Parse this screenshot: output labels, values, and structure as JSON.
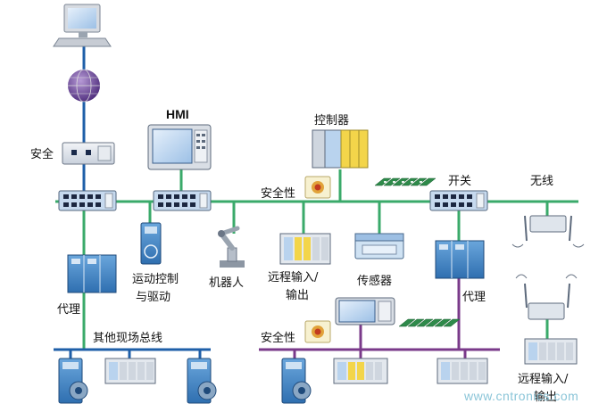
{
  "labels": {
    "security_top": "安全",
    "hmi": "HMI",
    "controller": "控制器",
    "safety_1": "安全性",
    "switch": "开关",
    "wireless": "无线",
    "motion_control": "运动控制",
    "and_drive": "与驱动",
    "robot": "机器人",
    "remote_io_1": "远程输入/",
    "remote_io_1b": "输出",
    "sensor": "传感器",
    "proxy_right": "代理",
    "proxy_left": "代理",
    "other_fieldbus": "其他现场总线",
    "safety_2": "安全性",
    "remote_io_2": "远程输入/",
    "remote_io_2b": "输出"
  },
  "watermark": "www.cntronics.com",
  "colors": {
    "main_bus": "#3aaa6a",
    "left_bus": "#1f5fa8",
    "right_bus": "#7a3a8a",
    "uplink": "#1f5fa8",
    "device_blue": "#4a8ac8",
    "device_light": "#cfe2f3",
    "io_yellow": "#f3d54a"
  }
}
